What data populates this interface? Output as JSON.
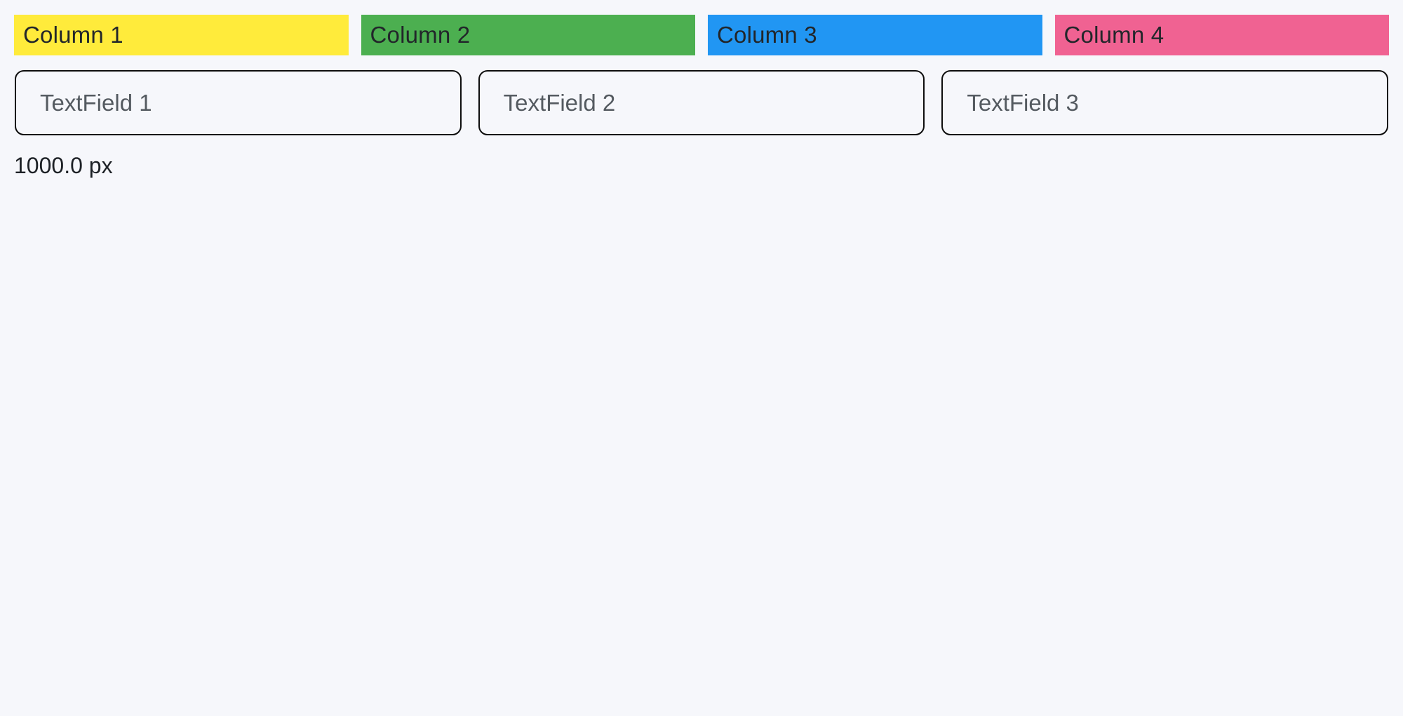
{
  "page": {
    "background_color": "#F6F7FB",
    "text_color": "#22262A"
  },
  "columns": [
    {
      "label": "Column 1",
      "color": "#FFEB3B"
    },
    {
      "label": "Column 2",
      "color": "#4CAF50"
    },
    {
      "label": "Column 3",
      "color": "#2196F3"
    },
    {
      "label": "Column 4",
      "color": "#F06292"
    }
  ],
  "textfields": [
    {
      "placeholder": "TextField 1"
    },
    {
      "placeholder": "TextField 2"
    },
    {
      "placeholder": "TextField 3"
    }
  ],
  "footer": {
    "width_label": "1000.0 px",
    "border_color": "#0D0D0D",
    "placeholder_color": "#545A60"
  }
}
